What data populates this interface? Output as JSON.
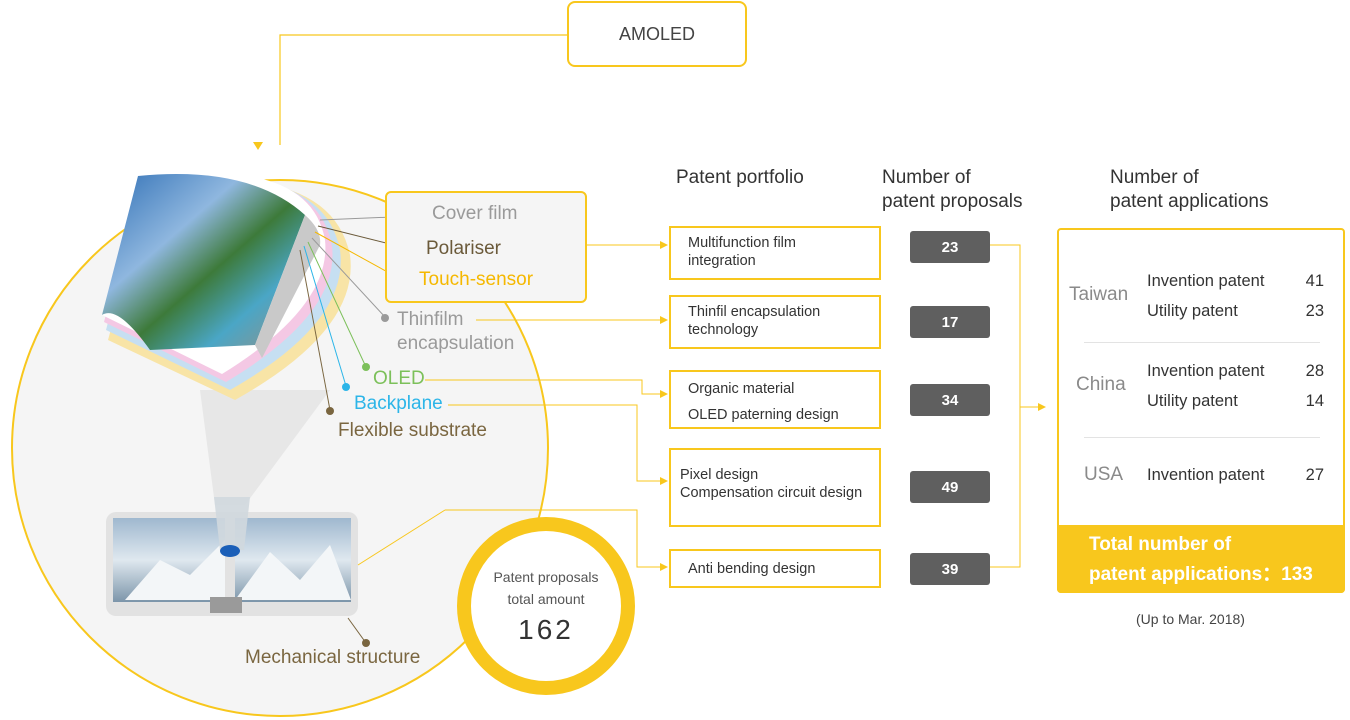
{
  "title": "AMOLED",
  "layers": {
    "cover_film": "Cover film",
    "polariser": "Polariser",
    "touch_sensor": "Touch-sensor",
    "thinfilm_line1": "Thinfilm",
    "thinfilm_line2": "encapsulation",
    "oled": "OLED",
    "backplane": "Backplane",
    "flexible_substrate": "Flexible substrate",
    "mechanical_structure": "Mechanical structure"
  },
  "proposals_total": {
    "line1": "Patent proposals",
    "line2": "total amount",
    "value": "162"
  },
  "headers": {
    "portfolio": "Patent portfolio",
    "proposals_line1": "Number of",
    "proposals_line2": "patent proposals",
    "applications_line1": "Number of",
    "applications_line2": "patent applications"
  },
  "portfolio": [
    {
      "line1": "Multifunction film",
      "line2": "integration",
      "proposals": "23"
    },
    {
      "line1": "Thinfil encapsulation",
      "line2": "technology",
      "proposals": "17"
    },
    {
      "line1": "Organic material",
      "line2": "OLED paterning design",
      "proposals": "34"
    },
    {
      "line1": "Pixel design",
      "line2": "Compensation circuit design",
      "proposals": "49"
    },
    {
      "line1": "Anti bending design",
      "line2": "",
      "proposals": "39"
    }
  ],
  "applications": [
    {
      "country": "Taiwan",
      "rows": [
        {
          "type": "Invention patent",
          "count": "41"
        },
        {
          "type": "Utility patent",
          "count": "23"
        }
      ]
    },
    {
      "country": "China",
      "rows": [
        {
          "type": "Invention patent",
          "count": "28"
        },
        {
          "type": "Utility patent",
          "count": "14"
        }
      ]
    },
    {
      "country": "USA",
      "rows": [
        {
          "type": "Invention patent",
          "count": "27"
        }
      ]
    }
  ],
  "total": {
    "line1": "Total number of",
    "line2": "patent applications：133"
  },
  "note": "(Up to Mar. 2018)",
  "colors": {
    "accent": "#f8c71d",
    "cover_film": "#9a9a9a",
    "polariser": "#6b5a3a",
    "touch_sensor": "#f5b800",
    "thinfilm": "#9a9a9a",
    "oled": "#7cc05a",
    "backplane": "#2cb5e8",
    "flexible_substrate": "#7a6640",
    "number_box": "#5f5f5f"
  }
}
